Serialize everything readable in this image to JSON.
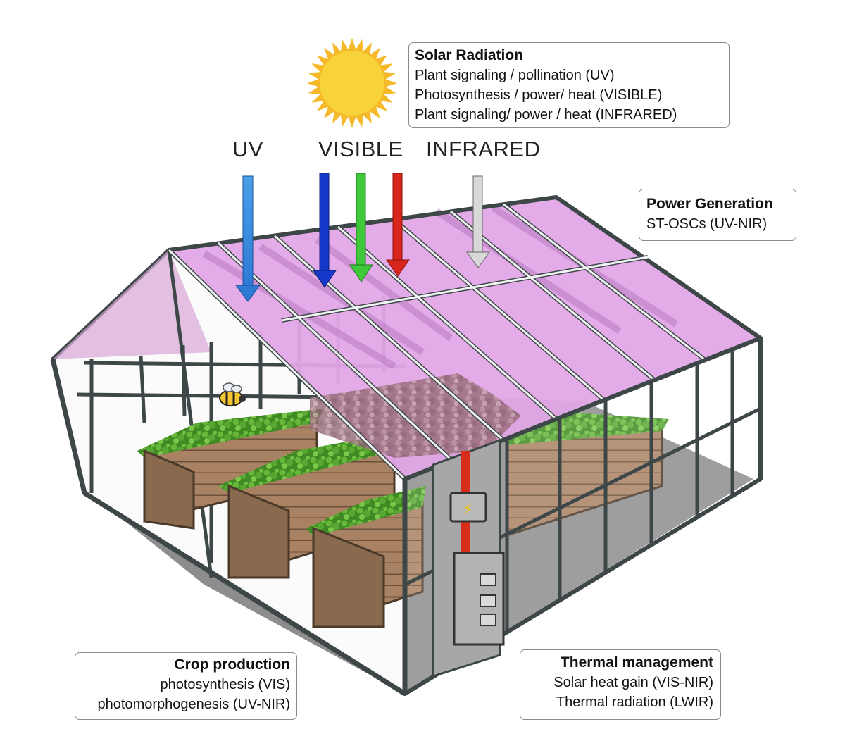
{
  "bands": {
    "uv": "UV",
    "visible": "VISIBLE",
    "infrared": "INFRARED"
  },
  "solar_radiation": {
    "title": "Solar Radiation",
    "lines": [
      "Plant signaling / pollination (UV)",
      "Photosynthesis / power/ heat (VISIBLE)",
      "Plant signaling/ power / heat (INFRARED)"
    ]
  },
  "power_generation": {
    "title": "Power Generation",
    "lines": [
      "ST-OSCs (UV-NIR)"
    ]
  },
  "crop_production": {
    "title": "Crop production",
    "lines": [
      "photosynthesis (VIS)",
      "photomorphogenesis (UV-NIR)"
    ]
  },
  "thermal_management": {
    "title": "Thermal management",
    "lines": [
      "Solar heat gain (VIS-NIR)",
      "Thermal radiation (LWIR)"
    ]
  },
  "colors": {
    "roof_glass": "#e3a6e8",
    "frame": "#505a5c",
    "frame_fill": "#eef1f1",
    "floor": "#8a8a8a",
    "planter": "#a68161",
    "plants": "#4e9a2c",
    "arrow_uv": "#3b8ee0",
    "arrow_blue": "#1638c8",
    "arrow_green": "#3ec83a",
    "arrow_red": "#d8261c",
    "arrow_infrared": "#d4d4d4",
    "sun": "#f7d23a",
    "sun_rays": "#f5b92a"
  }
}
